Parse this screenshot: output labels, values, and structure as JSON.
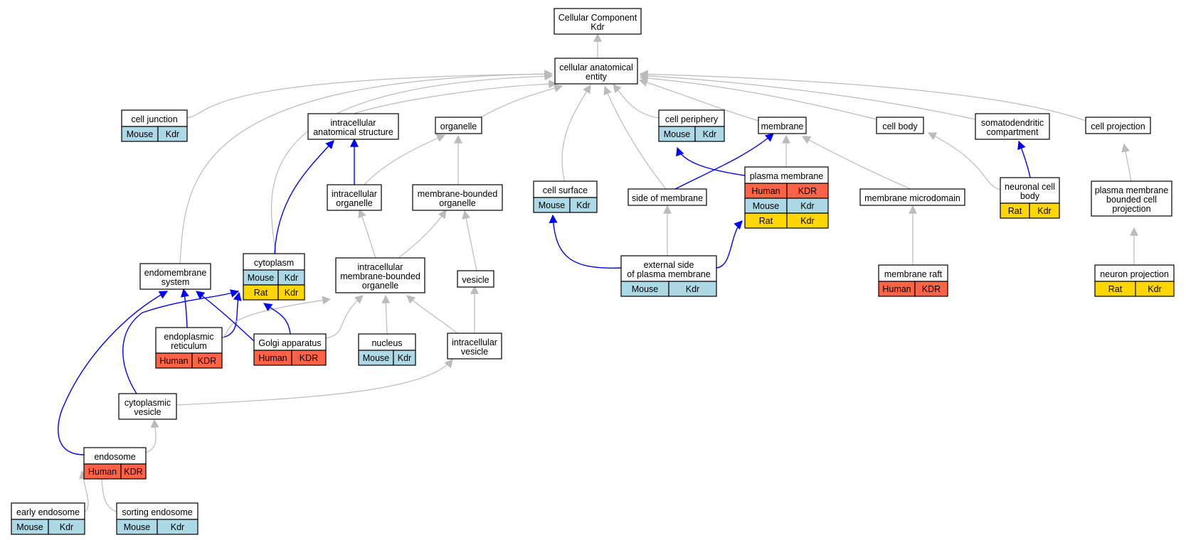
{
  "colors": {
    "human": "#FF6347",
    "mouse": "#ADD8E6",
    "rat": "#FFD700",
    "is_a_edge": "#BBBBBB",
    "part_of_edge": "#0000FF",
    "box_border": "#000000",
    "background": "#FFFFFF"
  },
  "nodes": [
    {
      "id": "root",
      "lines": [
        "Cellular Component",
        "Kdr"
      ]
    },
    {
      "id": "cae",
      "lines": [
        "cellular anatomical",
        "entity"
      ]
    },
    {
      "id": "cj",
      "lines": [
        "cell junction"
      ],
      "rows": [
        [
          "mouse",
          "Mouse",
          "Kdr"
        ]
      ]
    },
    {
      "id": "ias",
      "lines": [
        "intracellular",
        "anatomical structure"
      ]
    },
    {
      "id": "org",
      "lines": [
        "organelle"
      ]
    },
    {
      "id": "cper",
      "lines": [
        "cell periphery"
      ],
      "rows": [
        [
          "mouse",
          "Mouse",
          "Kdr"
        ]
      ]
    },
    {
      "id": "mem",
      "lines": [
        "membrane"
      ]
    },
    {
      "id": "cbody",
      "lines": [
        "cell body"
      ]
    },
    {
      "id": "sdc",
      "lines": [
        "somatodendritic",
        "compartment"
      ]
    },
    {
      "id": "cproj",
      "lines": [
        "cell projection"
      ]
    },
    {
      "id": "io",
      "lines": [
        "intracellular",
        "organelle"
      ]
    },
    {
      "id": "mbo",
      "lines": [
        "membrane-bounded",
        "organelle"
      ]
    },
    {
      "id": "csurf",
      "lines": [
        "cell surface"
      ],
      "rows": [
        [
          "mouse",
          "Mouse",
          "Kdr"
        ]
      ]
    },
    {
      "id": "som",
      "lines": [
        "side of membrane"
      ]
    },
    {
      "id": "pm",
      "lines": [
        "plasma membrane"
      ],
      "rows": [
        [
          "human",
          "Human",
          "KDR"
        ],
        [
          "mouse",
          "Mouse",
          "Kdr"
        ],
        [
          "rat",
          "Rat",
          "Kdr"
        ]
      ]
    },
    {
      "id": "mmd",
      "lines": [
        "membrane microdomain"
      ]
    },
    {
      "id": "ncb",
      "lines": [
        "neuronal cell",
        "body"
      ],
      "rows": [
        [
          "rat",
          "Rat",
          "Kdr"
        ]
      ]
    },
    {
      "id": "pmbcp",
      "lines": [
        "plasma membrane",
        "bounded cell",
        "projection"
      ]
    },
    {
      "id": "ems",
      "lines": [
        "endomembrane",
        "system"
      ]
    },
    {
      "id": "cyto",
      "lines": [
        "cytoplasm"
      ],
      "rows": [
        [
          "mouse",
          "Mouse",
          "Kdr"
        ],
        [
          "rat",
          "Rat",
          "Kdr"
        ]
      ]
    },
    {
      "id": "imbo",
      "lines": [
        "intracellular",
        "membrane-bounded",
        "organelle"
      ]
    },
    {
      "id": "ves",
      "lines": [
        "vesicle"
      ]
    },
    {
      "id": "espm",
      "lines": [
        "external side",
        "of plasma membrane"
      ],
      "rows": [
        [
          "mouse",
          "Mouse",
          "Kdr"
        ]
      ]
    },
    {
      "id": "mraft",
      "lines": [
        "membrane raft"
      ],
      "rows": [
        [
          "human",
          "Human",
          "KDR"
        ]
      ]
    },
    {
      "id": "nproj",
      "lines": [
        "neuron projection"
      ],
      "rows": [
        [
          "rat",
          "Rat",
          "Kdr"
        ]
      ]
    },
    {
      "id": "er",
      "lines": [
        "endoplasmic",
        "reticulum"
      ],
      "rows": [
        [
          "human",
          "Human",
          "KDR"
        ]
      ]
    },
    {
      "id": "golgi",
      "lines": [
        "Golgi apparatus"
      ],
      "rows": [
        [
          "human",
          "Human",
          "KDR"
        ]
      ]
    },
    {
      "id": "nuc",
      "lines": [
        "nucleus"
      ],
      "rows": [
        [
          "mouse",
          "Mouse",
          "Kdr"
        ]
      ]
    },
    {
      "id": "iv",
      "lines": [
        "intracellular",
        "vesicle"
      ]
    },
    {
      "id": "cv",
      "lines": [
        "cytoplasmic",
        "vesicle"
      ]
    },
    {
      "id": "endo",
      "lines": [
        "endosome"
      ],
      "rows": [
        [
          "human",
          "Human",
          "KDR"
        ]
      ]
    },
    {
      "id": "ee",
      "lines": [
        "early endosome"
      ],
      "rows": [
        [
          "mouse",
          "Mouse",
          "Kdr"
        ]
      ]
    },
    {
      "id": "se",
      "lines": [
        "sorting endosome"
      ],
      "rows": [
        [
          "mouse",
          "Mouse",
          "Kdr"
        ]
      ]
    }
  ],
  "edges": [
    {
      "from": "cae",
      "to": "root",
      "type": "is_a"
    },
    {
      "from": "cj",
      "to": "cae",
      "type": "is_a"
    },
    {
      "from": "ias",
      "to": "cae",
      "type": "is_a"
    },
    {
      "from": "org",
      "to": "cae",
      "type": "is_a"
    },
    {
      "from": "cper",
      "to": "cae",
      "type": "is_a"
    },
    {
      "from": "mem",
      "to": "cae",
      "type": "is_a"
    },
    {
      "from": "cbody",
      "to": "cae",
      "type": "is_a"
    },
    {
      "from": "sdc",
      "to": "cae",
      "type": "is_a"
    },
    {
      "from": "cproj",
      "to": "cae",
      "type": "is_a"
    },
    {
      "from": "csurf",
      "to": "cae",
      "type": "is_a"
    },
    {
      "from": "som",
      "to": "cae",
      "type": "is_a"
    },
    {
      "from": "ems",
      "to": "cae",
      "type": "is_a"
    },
    {
      "from": "cyto",
      "to": "cae",
      "type": "is_a"
    },
    {
      "from": "io",
      "to": "ias",
      "type": "part_of"
    },
    {
      "from": "cyto",
      "to": "ias",
      "type": "part_of"
    },
    {
      "from": "io",
      "to": "org",
      "type": "is_a"
    },
    {
      "from": "mbo",
      "to": "org",
      "type": "is_a"
    },
    {
      "from": "imbo",
      "to": "io",
      "type": "is_a"
    },
    {
      "from": "imbo",
      "to": "mbo",
      "type": "is_a"
    },
    {
      "from": "ves",
      "to": "mbo",
      "type": "is_a"
    },
    {
      "from": "pm",
      "to": "cper",
      "type": "part_of"
    },
    {
      "from": "pm",
      "to": "mem",
      "type": "is_a"
    },
    {
      "from": "som",
      "to": "mem",
      "type": "part_of"
    },
    {
      "from": "mmd",
      "to": "mem",
      "type": "is_a"
    },
    {
      "from": "ncb",
      "to": "cbody",
      "type": "is_a"
    },
    {
      "from": "ncb",
      "to": "sdc",
      "type": "part_of"
    },
    {
      "from": "pmbcp",
      "to": "cproj",
      "type": "is_a"
    },
    {
      "from": "nproj",
      "to": "pmbcp",
      "type": "is_a"
    },
    {
      "from": "espm",
      "to": "som",
      "type": "is_a"
    },
    {
      "from": "espm",
      "to": "csurf",
      "type": "part_of"
    },
    {
      "from": "espm",
      "to": "pm",
      "type": "part_of"
    },
    {
      "from": "mraft",
      "to": "mmd",
      "type": "is_a"
    },
    {
      "from": "er",
      "to": "ems",
      "type": "part_of"
    },
    {
      "from": "er",
      "to": "cyto",
      "type": "part_of"
    },
    {
      "from": "er",
      "to": "imbo",
      "type": "is_a"
    },
    {
      "from": "golgi",
      "to": "ems",
      "type": "part_of"
    },
    {
      "from": "golgi",
      "to": "cyto",
      "type": "part_of"
    },
    {
      "from": "golgi",
      "to": "imbo",
      "type": "is_a"
    },
    {
      "from": "nuc",
      "to": "imbo",
      "type": "is_a"
    },
    {
      "from": "iv",
      "to": "imbo",
      "type": "is_a"
    },
    {
      "from": "iv",
      "to": "ves",
      "type": "is_a"
    },
    {
      "from": "cv",
      "to": "cyto",
      "type": "part_of"
    },
    {
      "from": "cv",
      "to": "iv",
      "type": "is_a"
    },
    {
      "from": "endo",
      "to": "ems",
      "type": "part_of"
    },
    {
      "from": "endo",
      "to": "cv",
      "type": "is_a"
    },
    {
      "from": "ee",
      "to": "endo",
      "type": "is_a"
    },
    {
      "from": "se",
      "to": "endo",
      "type": "is_a"
    }
  ]
}
